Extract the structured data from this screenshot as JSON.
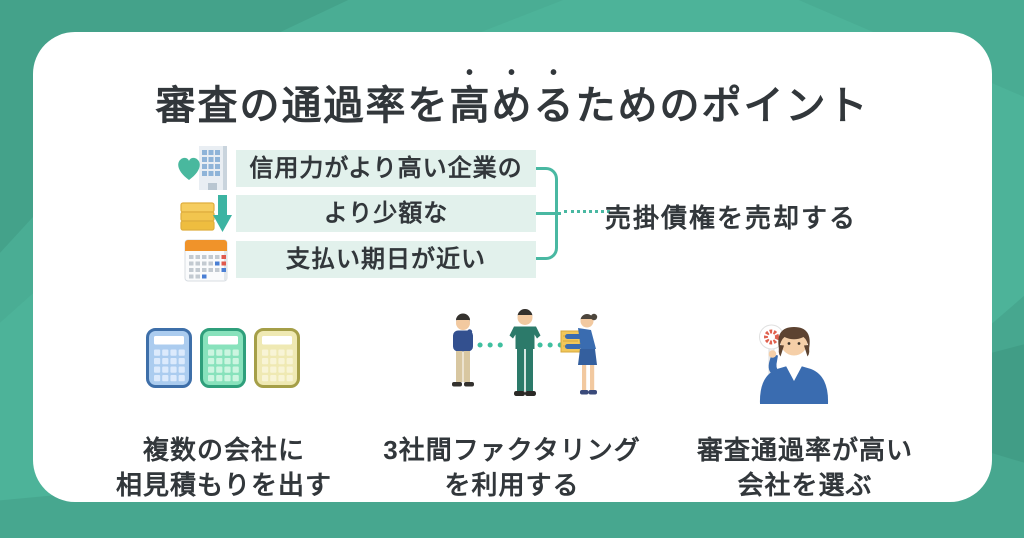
{
  "title": {
    "pre": "審査の通過率を",
    "emphasis": "高める",
    "post": "ためのポイント"
  },
  "factors": [
    {
      "icon": "heart-building-icon",
      "label": "信用力がより高い企業の"
    },
    {
      "icon": "money-down-arrow-icon",
      "label": "より少額な"
    },
    {
      "icon": "calendar-icon",
      "label": "支払い期日が近い"
    }
  ],
  "connector_label": "売掛債権を売却する",
  "tips": [
    {
      "icon": "three-calculators-icon",
      "line1": "複数の会社に",
      "line2": "相見積もりを出す"
    },
    {
      "icon": "three-people-icon",
      "line1": "3社間ファクタリング",
      "line2": "を利用する"
    },
    {
      "icon": "woman-with-circle-sign-icon",
      "line1": "審査通過率が高い",
      "line2": "会社を選ぶ"
    }
  ],
  "colors": {
    "background": "#4db399",
    "card": "#ffffff",
    "factor_box": "#e2f1ec",
    "accent_teal": "#49b8a2",
    "text": "#32373b"
  }
}
